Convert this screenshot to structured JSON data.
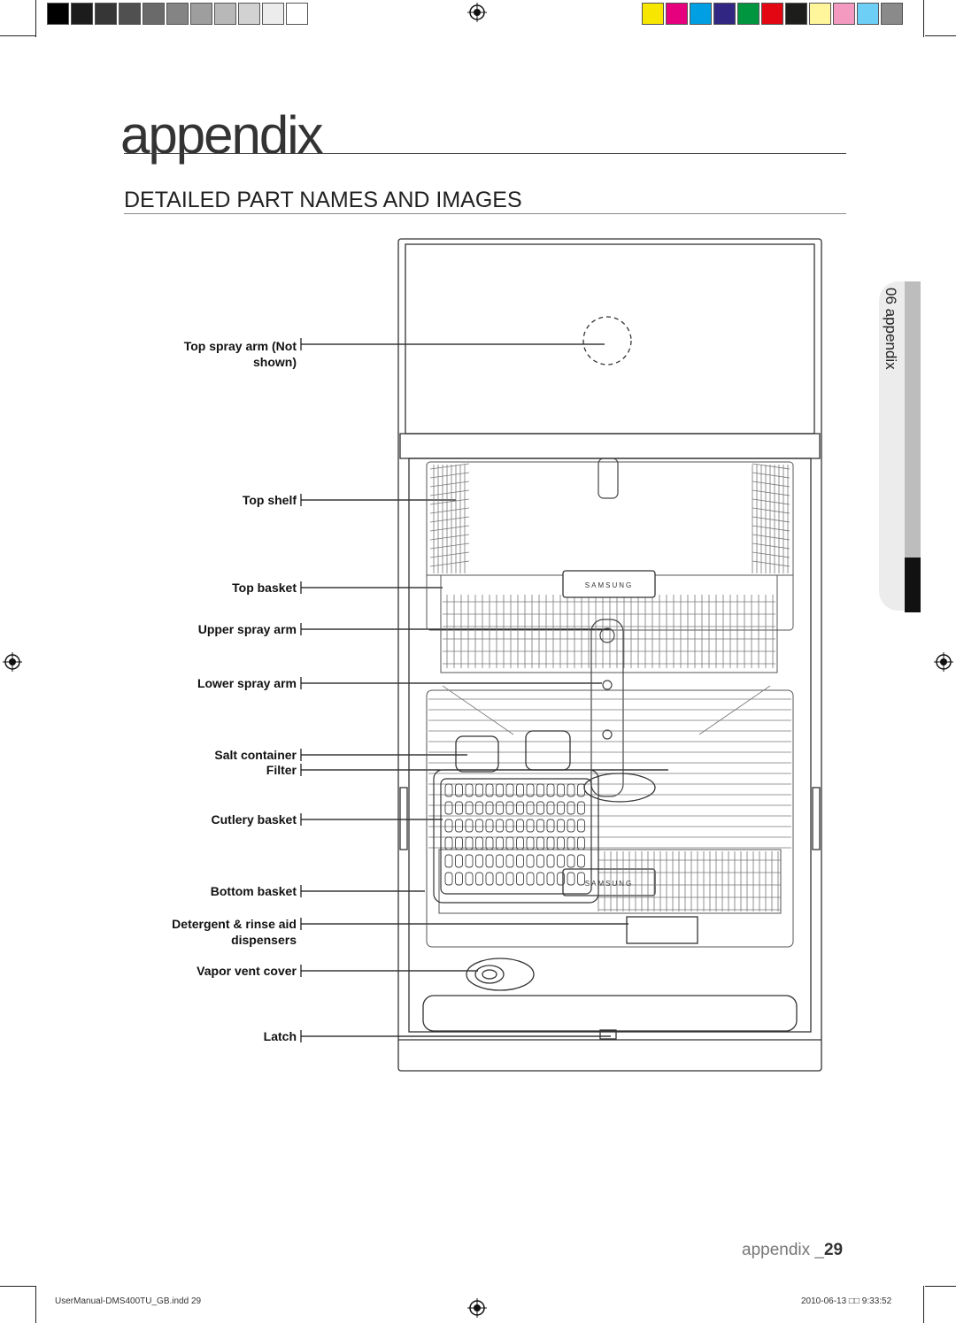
{
  "header": {
    "chapter_title": "appendix",
    "section_title": "DETAILED PART NAMES AND IMAGES"
  },
  "color_bar_left": [
    "#000000",
    "#1c1c1c",
    "#363636",
    "#505050",
    "#6a6a6a",
    "#848484",
    "#9e9e9e",
    "#b8b8b8",
    "#d2d2d2",
    "#ececec",
    "#ffffff"
  ],
  "color_bar_right": [
    "#f7e600",
    "#e6007e",
    "#009fe3",
    "#312783",
    "#009640",
    "#e30613",
    "#1d1d1b",
    "#fff59b",
    "#f49ac1",
    "#6dcff6",
    "#8a8a8a"
  ],
  "side_tab": {
    "label": "06 appendix"
  },
  "part_labels": [
    {
      "id": "top-spray-arm",
      "line1": "Top spray arm (Not",
      "line2": "shown)"
    },
    {
      "id": "top-shelf",
      "line1": "Top shelf"
    },
    {
      "id": "top-basket",
      "line1": "Top basket"
    },
    {
      "id": "upper-spray-arm",
      "line1": "Upper spray arm"
    },
    {
      "id": "lower-spray-arm",
      "line1": "Lower spray arm"
    },
    {
      "id": "salt-container",
      "line1": "Salt container"
    },
    {
      "id": "filter",
      "line1": "Filter"
    },
    {
      "id": "cutlery-basket",
      "line1": "Cutlery basket"
    },
    {
      "id": "bottom-basket",
      "line1": "Bottom basket"
    },
    {
      "id": "detergent-dispensers",
      "line1": "Detergent & rinse aid",
      "line2": "dispensers"
    },
    {
      "id": "vapor-vent-cover",
      "line1": "Vapor vent cover"
    },
    {
      "id": "latch",
      "line1": "Latch"
    }
  ],
  "brand": "SAMSUNG",
  "page_number": {
    "prefix": "appendix _",
    "number": "29"
  },
  "footer": {
    "file": "UserManual-DMS400TU_GB.indd   29",
    "date": "2010-06-13   □□ 9:33:52"
  }
}
